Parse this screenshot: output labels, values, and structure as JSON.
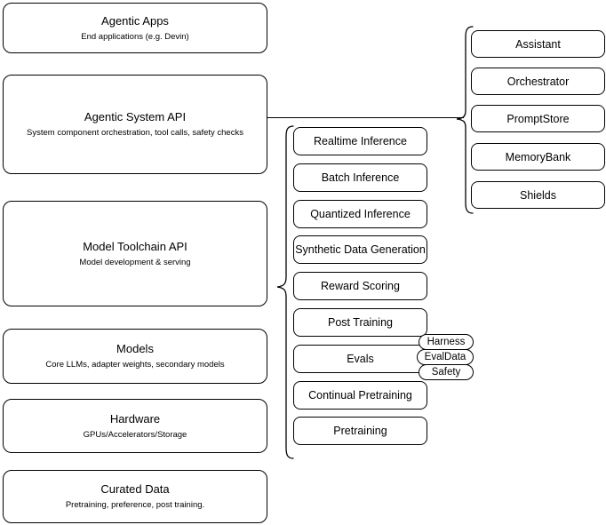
{
  "diagram": {
    "title": "AI Stack Architecture Diagram",
    "background_color": "#ffffff",
    "stroke_color": "#000000",
    "layers": [
      {
        "id": "agentic-apps",
        "title": "Agentic Apps",
        "subtitle": "End applications (e.g. Devin)"
      },
      {
        "id": "agentic-system-api",
        "title": "Agentic System API",
        "subtitle": "System component orchestration, tool calls, safety checks"
      },
      {
        "id": "model-toolchain-api",
        "title": "Model Toolchain API",
        "subtitle": "Model development & serving"
      },
      {
        "id": "models",
        "title": "Models",
        "subtitle": "Core LLMs, adapter weights, secondary models"
      },
      {
        "id": "hardware",
        "title": "Hardware",
        "subtitle": "GPUs/Accelerators/Storage"
      },
      {
        "id": "curated-data",
        "title": "Curated Data",
        "subtitle": "Pretraining, preference, post training."
      }
    ],
    "toolchain_capabilities": [
      {
        "id": "realtime-inference",
        "label": "Realtime Inference"
      },
      {
        "id": "batch-inference",
        "label": "Batch Inference"
      },
      {
        "id": "quantized-inference",
        "label": "Quantized Inference"
      },
      {
        "id": "synthetic-data-generation",
        "label": "Synthetic Data Generation"
      },
      {
        "id": "reward-scoring",
        "label": "Reward Scoring"
      },
      {
        "id": "post-training",
        "label": "Post Training"
      },
      {
        "id": "evals",
        "label": "Evals"
      },
      {
        "id": "continual-pretraining",
        "label": "Continual Pretraining"
      },
      {
        "id": "pretraining",
        "label": "Pretraining"
      }
    ],
    "eval_badges": [
      {
        "id": "harness",
        "label": "Harness"
      },
      {
        "id": "evaldata",
        "label": "EvalData"
      },
      {
        "id": "safety",
        "label": "Safety"
      }
    ],
    "agentic_components": [
      {
        "id": "assistant",
        "label": "Assistant"
      },
      {
        "id": "orchestrator",
        "label": "Orchestrator"
      },
      {
        "id": "promptstore",
        "label": "PromptStore"
      },
      {
        "id": "memorybank",
        "label": "MemoryBank"
      },
      {
        "id": "shields",
        "label": "Shields"
      }
    ]
  }
}
